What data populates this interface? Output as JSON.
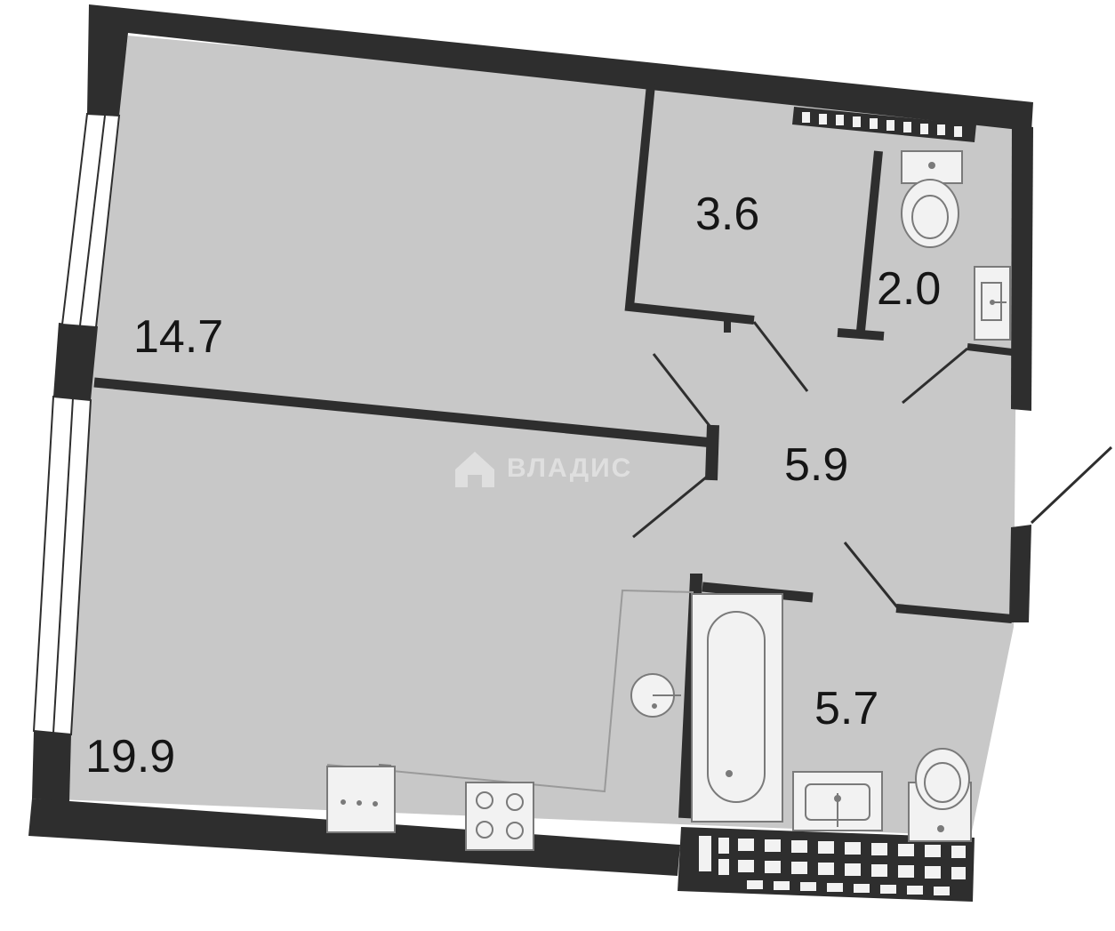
{
  "floor_plan": {
    "rooms": [
      {
        "id": "room-living",
        "area": "14.7"
      },
      {
        "id": "room-kitchen",
        "area": "19.9"
      },
      {
        "id": "room-storage",
        "area": "3.6"
      },
      {
        "id": "room-wc",
        "area": "2.0"
      },
      {
        "id": "room-hall",
        "area": "5.9"
      },
      {
        "id": "room-bathroom",
        "area": "5.7"
      }
    ],
    "watermark": "ВЛАДИС",
    "colors": {
      "wall": "#2e2e2e",
      "floor": "#c8c8c8",
      "fixture": "#f2f2f2",
      "fixture_line": "#7a7a7a",
      "text": "#151515",
      "watermark": "#e4e4e4"
    }
  }
}
